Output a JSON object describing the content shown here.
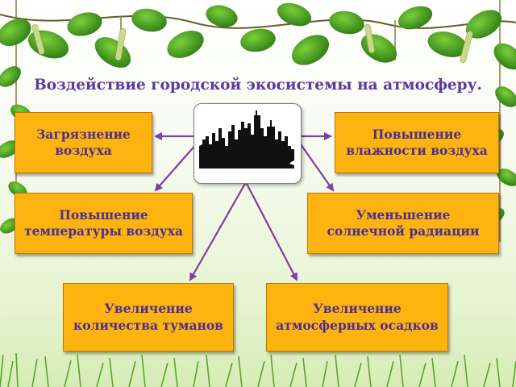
{
  "slide": {
    "title": "Воздействие городской экосистемы на атмосферу.",
    "center_icon": "city-skyline-icon",
    "effects": [
      {
        "id": "air-pollution",
        "text": "Загрязнение\nвоздуха"
      },
      {
        "id": "humidity-increase",
        "text": "Повышение\nвлажности воздуха"
      },
      {
        "id": "temperature-increase",
        "text": "Повышение\nтемпературы воздуха"
      },
      {
        "id": "solar-radiation-decrease",
        "text": "Уменьшение\nсолнечной радиации"
      },
      {
        "id": "fog-increase",
        "text": "Увеличение\nколичества туманов"
      },
      {
        "id": "precipitation-increase",
        "text": "Увеличение\nатмосферных осадков"
      }
    ]
  },
  "colors": {
    "box_fill": "#ffb30f",
    "text": "#4a2f93",
    "title": "#5b3aa0",
    "arrow": "#7b3fa8",
    "leaf": "#3f9a1e"
  }
}
